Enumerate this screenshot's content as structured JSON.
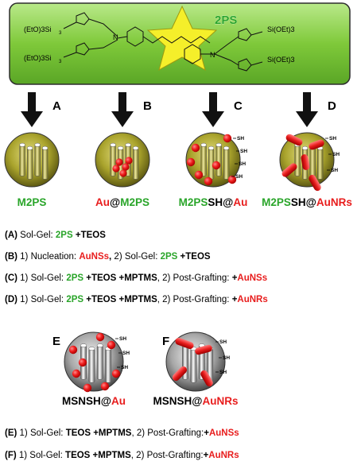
{
  "header": {
    "title": "2PS",
    "chem": {
      "tl": "(EtO)3Si",
      "bl": "(EtO)3Si",
      "tr": "Si(OEt)3",
      "br": "Si(OEt)3",
      "sub": "3"
    }
  },
  "arrows": [
    "A",
    "B",
    "C",
    "D"
  ],
  "particles": [
    {
      "prefix": "",
      "mid": "",
      "suffix": "M2PS",
      "prefix_color": "#e81d1d",
      "mid_color": "#2aa52a",
      "suffix_color": "#2aa52a"
    },
    {
      "prefix": "Au",
      "mid": "@",
      "suffix": "M2PS",
      "prefix_color": "#e81d1d",
      "mid_color": "#000000",
      "suffix_color": "#2aa52a"
    },
    {
      "prefix": "M2PS",
      "mid": "SH@",
      "suffix": "Au",
      "prefix_color": "#2aa52a",
      "mid_color": "#000000",
      "suffix_color": "#e81d1d"
    },
    {
      "prefix": "M2PS",
      "mid": "SH@",
      "suffix": "AuNRs",
      "prefix_color": "#2aa52a",
      "mid_color": "#000000",
      "suffix_color": "#e81d1d"
    }
  ],
  "sh": "SH",
  "steps_top": [
    {
      "tag": "(A)",
      "parts": [
        {
          "t": " Sol-Gel: ",
          "c": "n"
        },
        {
          "t": "2PS",
          "c": "g"
        },
        {
          "t": " +TEOS",
          "c": "b"
        }
      ]
    },
    {
      "tag": "(B)",
      "parts": [
        {
          "t": " 1) Nucleation: ",
          "c": "n"
        },
        {
          "t": "AuNSs",
          "c": "r"
        },
        {
          "t": ", ",
          "c": "b"
        },
        {
          "t": "2) Sol-Gel: ",
          "c": "n"
        },
        {
          "t": "2PS",
          "c": "g"
        },
        {
          "t": " +TEOS",
          "c": "b"
        }
      ]
    },
    {
      "tag": "(C)",
      "parts": [
        {
          "t": " 1) Sol-Gel: ",
          "c": "n"
        },
        {
          "t": "2PS",
          "c": "g"
        },
        {
          "t": " +TEOS +MPTMS",
          "c": "b"
        },
        {
          "t": ", 2) Post-Grafting: ",
          "c": "n"
        },
        {
          "t": "+",
          "c": "b"
        },
        {
          "t": "AuNSs",
          "c": "r"
        }
      ]
    },
    {
      "tag": "(D)",
      "parts": [
        {
          "t": " 1) Sol-Gel: ",
          "c": "n"
        },
        {
          "t": "2PS",
          "c": "g"
        },
        {
          "t": " +TEOS +MPTMS",
          "c": "b"
        },
        {
          "t": ", 2) Post-Grafting: ",
          "c": "n"
        },
        {
          "t": "+",
          "c": "b"
        },
        {
          "t": "AuNRs",
          "c": "r"
        }
      ]
    }
  ],
  "silica": [
    {
      "letter": "E",
      "prefix": "MSNSH@",
      "suffix": "Au"
    },
    {
      "letter": "F",
      "prefix": "MSNSH@",
      "suffix": "AuNRs"
    }
  ],
  "steps_bottom": [
    {
      "tag": "(E)",
      "parts": [
        {
          "t": " 1) Sol-Gel: ",
          "c": "n"
        },
        {
          "t": "TEOS +MPTMS",
          "c": "b"
        },
        {
          "t": ", 2) Post-Grafting:",
          "c": "n"
        },
        {
          "t": "+",
          "c": "b"
        },
        {
          "t": "AuNSs",
          "c": "r"
        }
      ]
    },
    {
      "tag": "(F)",
      "parts": [
        {
          "t": " 1) Sol-Gel: ",
          "c": "n"
        },
        {
          "t": "TEOS +MPTMS",
          "c": "b"
        },
        {
          "t": ", 2) Post-Grafting:",
          "c": "n"
        },
        {
          "t": "+",
          "c": "b"
        },
        {
          "t": "AuNRs",
          "c": "r"
        }
      ]
    }
  ],
  "colors": {
    "green": "#2aa52a",
    "red": "#e81d1d",
    "panel": "#8fd34a",
    "star": "#f5ef2a",
    "gold": "#a8a428"
  }
}
